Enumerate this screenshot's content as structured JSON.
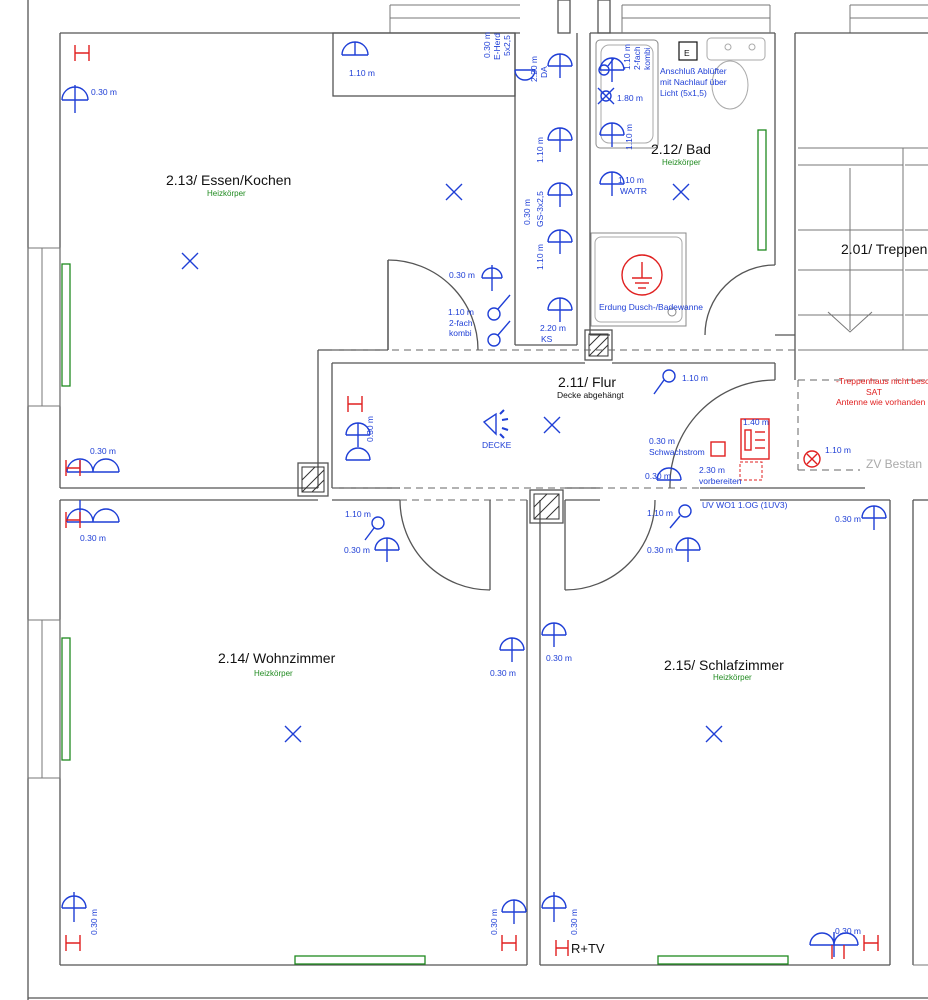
{
  "rooms": {
    "essen": {
      "name": "2.13/ Essen/Kochen",
      "sub": "Heizkörper"
    },
    "bad": {
      "name": "2.12/ Bad",
      "sub": "Heizkörper"
    },
    "treppe": {
      "name": "2.01/ Treppen"
    },
    "flur": {
      "name": "2.11/ Flur",
      "sub": "Decke abgehängt"
    },
    "wohn": {
      "name": "2.14/ Wohnzimmer",
      "sub": "Heizkörper"
    },
    "schlaf": {
      "name": "2.15/ Schlafzimmer",
      "sub": "Heizkörper"
    }
  },
  "labels": {
    "h030": "0.30 m",
    "h110": "1.10 m",
    "h140": "1.40 m",
    "h180": "1.80 m",
    "h220": "2.20 m",
    "h230": "2.30 m",
    "eherd": "E-Herd",
    "x5x25": "5x2,5",
    "da": "DA",
    "gs": "GS-3x2,5",
    "ks": "KS",
    "zweifach_kombi_a": "2-fach",
    "zweifach_kombi_b": "kombi",
    "watr": "WA/TR",
    "decke": "DECKE",
    "schwachstrom": "Schwachstrom",
    "vorbereiten": "vorbereiten",
    "uv": "UV WO1 1.OG (1UV3)",
    "rtv": "R+TV",
    "e_box": "E",
    "ablufter_1": "Anschluß Ablüfter",
    "ablufter_2": "mit Nachlauf über",
    "ablufter_3": "Licht (5x1,5)",
    "erdung": "Erdung Dusch-/Badewanne",
    "zv": "ZV Bestan",
    "treppenhaus_1": "-Treppenhaus nicht besc",
    "treppenhaus_2": "SAT",
    "treppenhaus_3": "Antenne wie vorhanden"
  },
  "colors": {
    "blue": "#1f3fd6",
    "red": "#e02020",
    "green": "#1f8a1f",
    "wall": "#555555"
  }
}
